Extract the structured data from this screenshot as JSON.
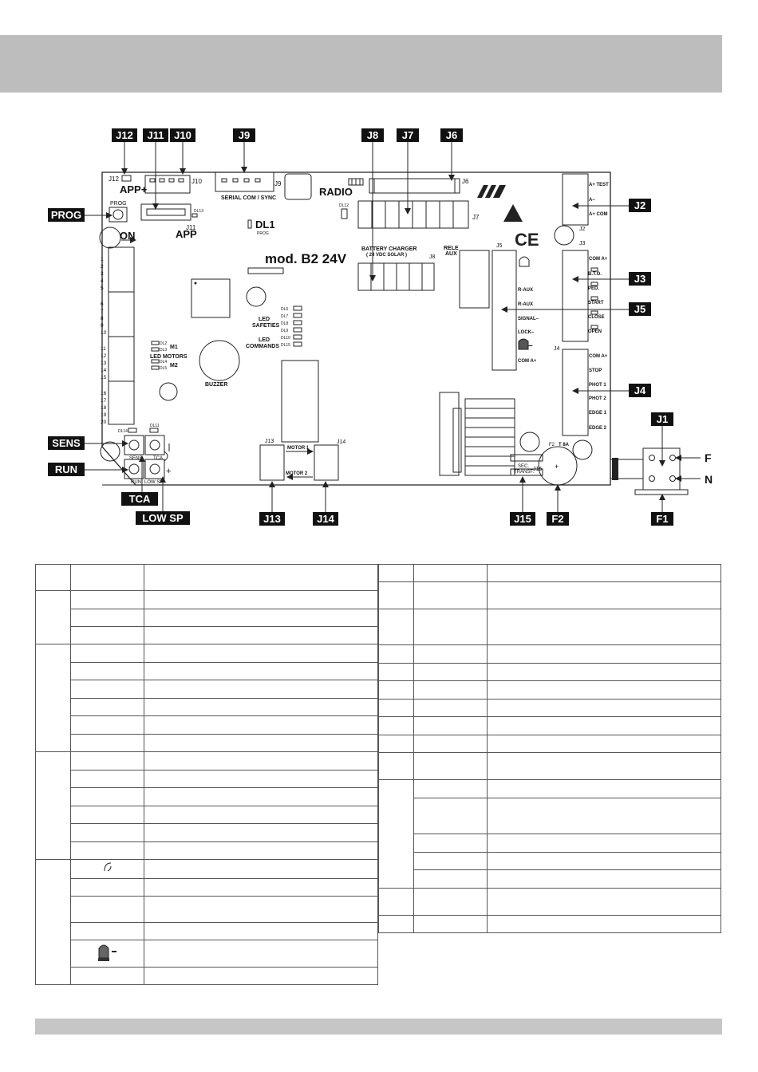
{
  "colors": {
    "band": "#bdbdbd",
    "label_bg": "#111111",
    "label_text": "#ffffff",
    "line": "#222222"
  },
  "callouts": {
    "J12": "J12",
    "J11": "J11",
    "J10": "J10",
    "J9": "J9",
    "J8": "J8",
    "J7": "J7",
    "J6": "J6",
    "J2": "J2",
    "J3": "J3",
    "J5": "J5",
    "J4": "J4",
    "J1": "J1",
    "PROG": "PROG",
    "SENS": "SENS",
    "RUN": "RUN",
    "TCA": "TCA",
    "LOWSP": "LOW SP",
    "J13": "J13",
    "J14": "J14",
    "J15": "J15",
    "F2": "F2",
    "F1": "F1"
  },
  "board": {
    "j12": "J12",
    "app_plus": "APP+",
    "j10": "J10",
    "j9": "J9",
    "serial": "SERIAL COM / SYNC",
    "radio": "RADIO",
    "j6": "J6",
    "prog": "PROG",
    "app": "APP",
    "j11": "J11",
    "dl13": "DL13",
    "dl12": "DL12",
    "dl1": "DL1",
    "dl1_prog": "PROG",
    "j7": "J7",
    "on": "ON",
    "model": "mod. B2 24V",
    "battery": "BATTERY CHARGER",
    "battery_sub": "( 24 VDC SOLAR )",
    "j8": "J8",
    "rele": "RELE",
    "aux": "AUX",
    "j5": "J5",
    "j3": "J3",
    "j2": "J2",
    "j4": "J4",
    "a_test": "A+ TEST",
    "a_minus": "A–",
    "a_com": "A+ COM",
    "com_a": "COM A+",
    "bto": "B.T.O.",
    "ped": "PED.",
    "start": "START",
    "close": "CLOSE",
    "open": "OPEN",
    "stop": "STOP",
    "phot1": "PHOT 1",
    "phot2": "PHOT 2",
    "edge1": "EDGE 1",
    "edge2": "EDGE 2",
    "r_aux1": "R-AUX",
    "r_aux2": "R-AUX",
    "signal": "SIGNAL–",
    "lock": "LOCK–",
    "com_a2": "COM A+",
    "term_nums": [
      "1",
      "2",
      "3",
      "4",
      "5",
      "6",
      "7",
      "8",
      "9",
      "10",
      "11",
      "12",
      "13",
      "14",
      "15",
      "16",
      "17",
      "18",
      "19",
      "20"
    ],
    "led_safeties1": "LED",
    "led_safeties2": "SAFETIES",
    "led_commands1": "LED",
    "led_commands2": "COMMANDS",
    "dl_right": [
      "DL6",
      "DL7",
      "DL8",
      "DL9",
      "DL10",
      "DL15"
    ],
    "dl_motor": [
      "DL2",
      "DL3",
      "DL4",
      "DL5"
    ],
    "m1": "M1",
    "m2": "M2",
    "led_motors": "LED MOTORS",
    "buzzer": "BUZZER",
    "dl14": "DL14",
    "dl11": "DL11",
    "sens": "SENS",
    "tca": "TCA",
    "run": "RUN",
    "lowsp": "LOW SP",
    "j13": "J13",
    "j14": "J14",
    "motor1": "MOTOR 1",
    "motor2": "MOTOR 2",
    "sec": "SEC.",
    "transf": "TRANSF.",
    "j15": "J15",
    "f2": "F2",
    "t8a": "T 8A",
    "F": "F",
    "N": "N",
    "minus_sign": "–",
    "plus_sign": "+"
  }
}
